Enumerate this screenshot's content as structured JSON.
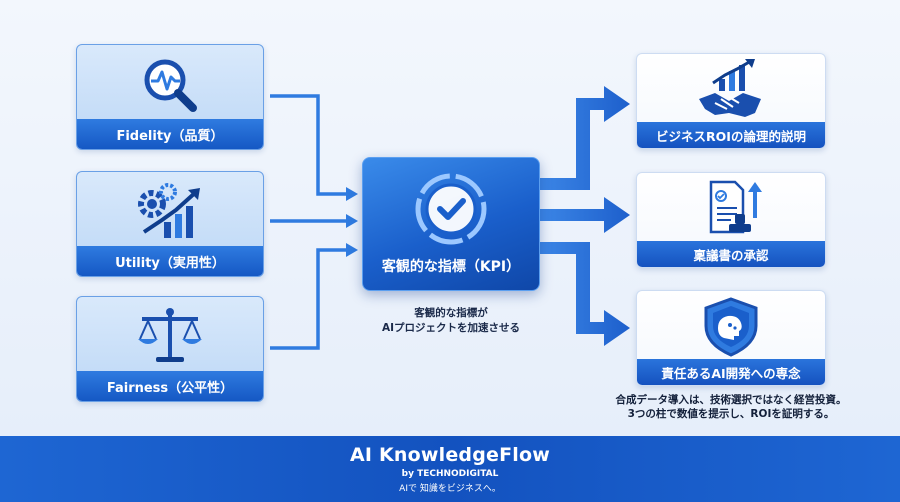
{
  "inputs": [
    {
      "label": "Fidelity（品質）",
      "icon": "magnifier-pulse-icon"
    },
    {
      "label": "Utility（実用性）",
      "icon": "gears-growth-chart-icon"
    },
    {
      "label": "Fairness（公平性）",
      "icon": "balance-scale-icon"
    }
  ],
  "center": {
    "label": "客観的な指標（KPI）",
    "icon": "kpi-gauge-check-icon",
    "caption_line1": "客観的な指標が",
    "caption_line2": "AIプロジェクトを加速させる"
  },
  "outputs": [
    {
      "label": "ビジネスROIの論理的説明",
      "icon": "handshake-chart-icon"
    },
    {
      "label": "稟議書の承認",
      "icon": "approval-stamp-document-icon"
    },
    {
      "label": "責任あるAI開発への専念",
      "icon": "shield-brain-icon"
    }
  ],
  "right_caption": {
    "line1": "合成データ導入は、技術選択ではなく経営投資。",
    "line2": "3つの柱で数値を提示し、ROIを証明する。"
  },
  "footer": {
    "brand": "AI KnowledgeFlow",
    "by": "by TECHNODIGITAL",
    "tagline": "AIで 知識をビジネスへ。"
  },
  "colors": {
    "primary": "#1a5fcb",
    "dark_blue": "#0f47a8",
    "accent": "#2f7be0",
    "light_panel": "#d9e9fb"
  }
}
